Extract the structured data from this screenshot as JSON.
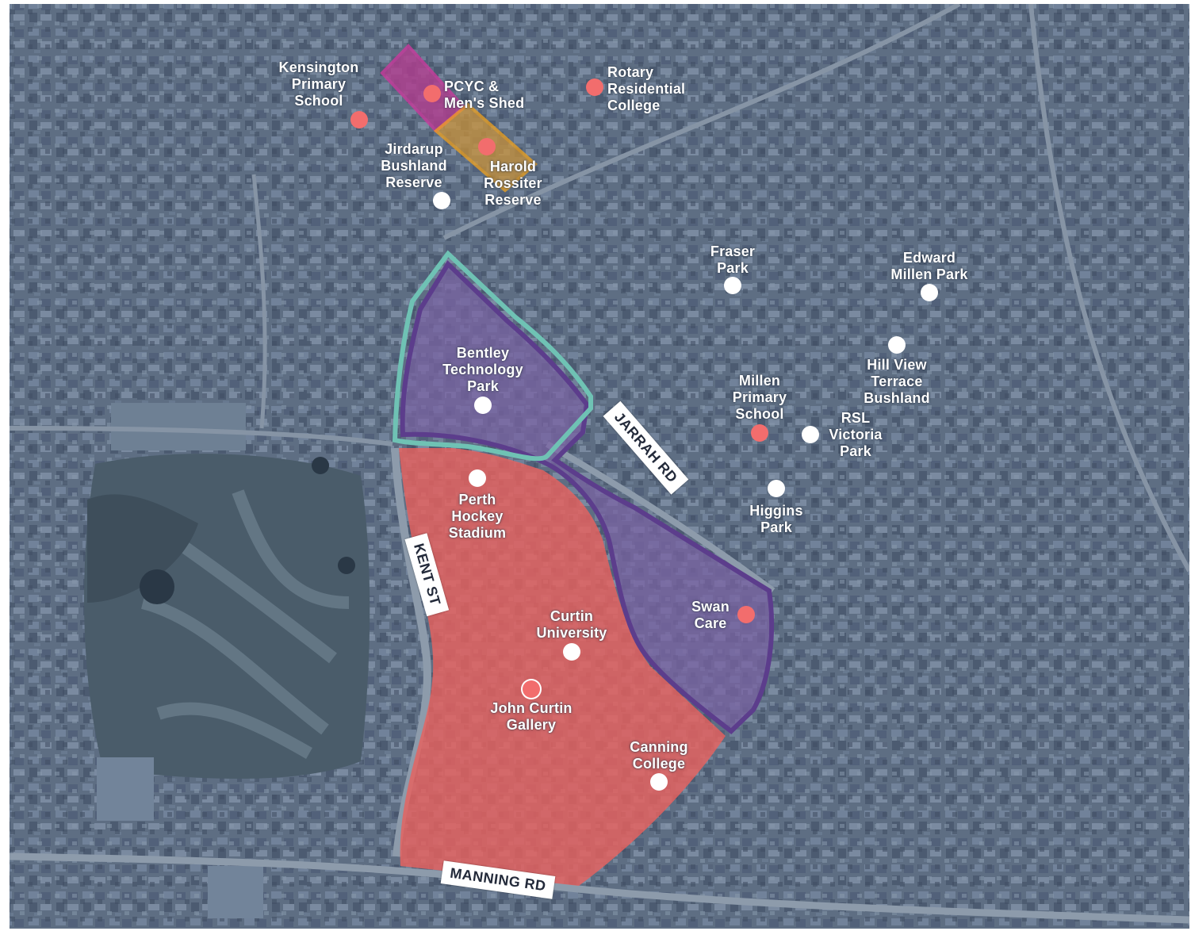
{
  "map": {
    "zones": [
      {
        "name": "red",
        "fill": "#e8615e"
      },
      {
        "name": "purple",
        "fill": "#7a63a3",
        "stroke": "#5c3d8c"
      },
      {
        "name": "teal",
        "stroke": "#6fc2b4"
      },
      {
        "name": "magenta",
        "fill": "#b23d8f",
        "stroke": "#c93a9c"
      },
      {
        "name": "orange",
        "fill": "#c9923a",
        "stroke": "#f0a21e"
      }
    ],
    "roads": {
      "jarrah": "JARRAH RD",
      "kent": "KENT ST",
      "manning": "MANNING RD"
    },
    "places": {
      "kensington": "Kensington\nPrimary\nSchool",
      "pcyc": "PCYC &\nMen's Shed",
      "rotary": "Rotary\nResidential\nCollege",
      "jirdarup": "Jirdarup\nBushland\nReserve",
      "harold": "Harold\nRossiter\nReserve",
      "fraser": "Fraser\nPark",
      "edward": "Edward\nMillen Park",
      "bentley": "Bentley\nTechnology\nPark",
      "hillview": "Hill View\nTerrace\nBushland",
      "millen": "Millen\nPrimary\nSchool",
      "rsl": "RSL\nVictoria\nPark",
      "higgins": "Higgins\nPark",
      "perth_hockey": "Perth\nHockey\nStadium",
      "swan_care": "Swan\nCare",
      "curtin": "Curtin\nUniversity",
      "john_curtin": "John Curtin\nGallery",
      "canning": "Canning\nCollege"
    },
    "colors": {
      "base": "#5e6e83",
      "white_marker": "#ffffff",
      "red_marker": "#f26d6d"
    }
  }
}
